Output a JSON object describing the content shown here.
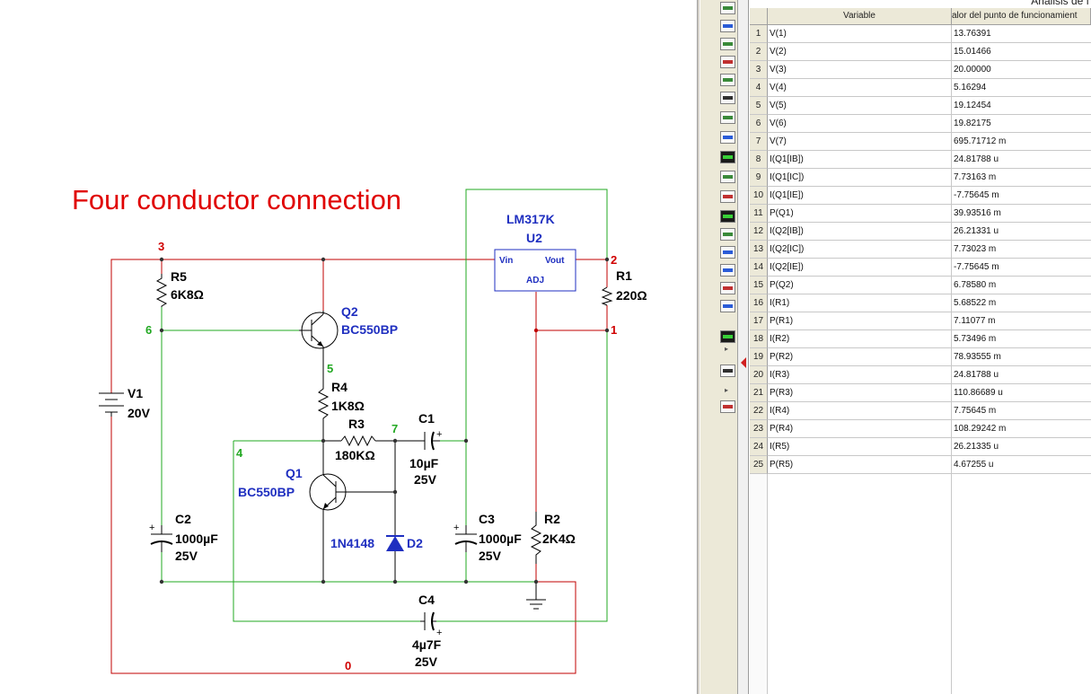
{
  "schematic": {
    "title": "Four conductor connection",
    "colors": {
      "title": "#e00000",
      "wire_red": "#c00000",
      "wire_green": "#22a822",
      "component_blue": "#1f2fc0"
    },
    "regulator": {
      "part": "LM317K",
      "ref": "U2",
      "pin_vin": "Vin",
      "pin_vout": "Vout",
      "pin_adj": "ADJ"
    },
    "components": {
      "R1": {
        "ref": "R1",
        "value": "220Ω"
      },
      "R2": {
        "ref": "R2",
        "value": "2K4Ω"
      },
      "R3": {
        "ref": "R3",
        "value": "180KΩ"
      },
      "R4": {
        "ref": "R4",
        "value": "1K8Ω"
      },
      "R5": {
        "ref": "R5",
        "value": "6K8Ω"
      },
      "Q1": {
        "ref": "Q1",
        "part": "BC550BP"
      },
      "Q2": {
        "ref": "Q2",
        "part": "BC550BP"
      },
      "D2": {
        "ref": "D2",
        "part": "1N4148"
      },
      "V1": {
        "ref": "V1",
        "value": "20V"
      },
      "C1": {
        "ref": "C1",
        "value": "10µF",
        "voltage": "25V"
      },
      "C2": {
        "ref": "C2",
        "value": "1000µF",
        "voltage": "25V"
      },
      "C3": {
        "ref": "C3",
        "value": "1000µF",
        "voltage": "25V"
      },
      "C4": {
        "ref": "C4",
        "value": "4µ7F",
        "voltage": "25V"
      },
      "plus": "+"
    },
    "nodes": {
      "n0": "0",
      "n1": "1",
      "n2": "2",
      "n3": "3",
      "n4": "4",
      "n5": "5",
      "n6": "6",
      "n7": "7"
    }
  },
  "results": {
    "window_title_partial": "Análisis de f",
    "columns": {
      "variable": "Variable",
      "value": "alor del punto de funcionamient"
    },
    "rows": [
      {
        "n": "1",
        "variable": "V(1)",
        "value": "13.76391"
      },
      {
        "n": "2",
        "variable": "V(2)",
        "value": "15.01466"
      },
      {
        "n": "3",
        "variable": "V(3)",
        "value": "20.00000"
      },
      {
        "n": "4",
        "variable": "V(4)",
        "value": "5.16294"
      },
      {
        "n": "5",
        "variable": "V(5)",
        "value": "19.12454"
      },
      {
        "n": "6",
        "variable": "V(6)",
        "value": "19.82175"
      },
      {
        "n": "7",
        "variable": "V(7)",
        "value": "695.71712 m"
      },
      {
        "n": "8",
        "variable": "I(Q1[IB])",
        "value": "24.81788 u"
      },
      {
        "n": "9",
        "variable": "I(Q1[IC])",
        "value": "7.73163 m"
      },
      {
        "n": "10",
        "variable": "I(Q1[IE])",
        "value": "-7.75645 m"
      },
      {
        "n": "11",
        "variable": "P(Q1)",
        "value": "39.93516 m"
      },
      {
        "n": "12",
        "variable": "I(Q2[IB])",
        "value": "26.21331 u"
      },
      {
        "n": "13",
        "variable": "I(Q2[IC])",
        "value": "7.73023 m"
      },
      {
        "n": "14",
        "variable": "I(Q2[IE])",
        "value": "-7.75645 m"
      },
      {
        "n": "15",
        "variable": "P(Q2)",
        "value": "6.78580 m"
      },
      {
        "n": "16",
        "variable": "I(R1)",
        "value": "5.68522 m"
      },
      {
        "n": "17",
        "variable": "P(R1)",
        "value": "7.11077 m"
      },
      {
        "n": "18",
        "variable": "I(R2)",
        "value": "5.73496 m"
      },
      {
        "n": "19",
        "variable": "P(R2)",
        "value": "78.93555 m"
      },
      {
        "n": "20",
        "variable": "I(R3)",
        "value": "24.81788 u"
      },
      {
        "n": "21",
        "variable": "P(R3)",
        "value": "110.86689 u"
      },
      {
        "n": "22",
        "variable": "I(R4)",
        "value": "7.75645 m"
      },
      {
        "n": "23",
        "variable": "P(R4)",
        "value": "108.29242 m"
      },
      {
        "n": "24",
        "variable": "I(R5)",
        "value": "26.21335 u"
      },
      {
        "n": "25",
        "variable": "P(R5)",
        "value": "4.67255 u"
      }
    ]
  },
  "toolbar": {
    "icons": [
      "oscilloscope-icon",
      "bode-plotter-icon",
      "function-generator-icon",
      "wattmeter-icon",
      "multimeter-icon",
      "frequency-counter-icon",
      "word-generator-icon",
      "logic-analyzer-icon",
      "logic-converter-icon",
      "iv-analyzer-icon",
      "distortion-analyzer-icon",
      "spectrum-analyzer-icon",
      "network-analyzer-icon",
      "agilent-generator-icon",
      "agilent-multimeter-icon",
      "agilent-oscilloscope-icon",
      "tektronix-oscilloscope-icon",
      "labview-icon",
      "measurement-probe-icon",
      "current-probe-icon"
    ],
    "arrow_glyph": "▸"
  }
}
